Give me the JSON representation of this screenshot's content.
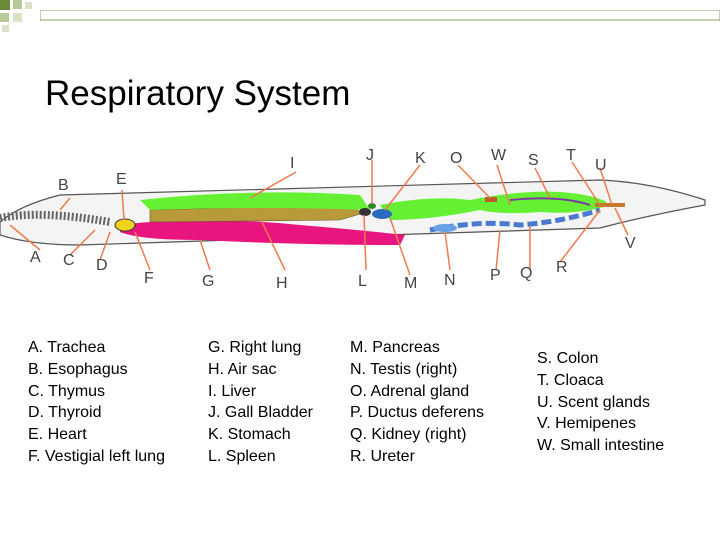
{
  "title": "Respiratory System",
  "diagram_labels": [
    "A",
    "B",
    "C",
    "D",
    "E",
    "F",
    "G",
    "H",
    "I",
    "J",
    "K",
    "L",
    "M",
    "N",
    "O",
    "P",
    "Q",
    "R",
    "S",
    "T",
    "U",
    "V",
    "W"
  ],
  "legend": [
    [
      "A. Trachea",
      "B. Esophagus",
      "C. Thymus",
      "D. Thyroid",
      "E. Heart",
      "F. Vestigial left lung"
    ],
    [
      "G. Right lung",
      "H. Air sac",
      "I. Liver",
      "J. Gall Bladder",
      "K. Stomach",
      "L. Spleen"
    ],
    [
      "M. Pancreas",
      "N. Testis (right)",
      "O. Adrenal gland",
      "P. Ductus deferens",
      "Q. Kidney (right)",
      "R. Ureter"
    ],
    [
      "S. Colon",
      "T. Cloaca",
      "U. Scent glands",
      "V. Hemipenes",
      "W. Small intestine"
    ]
  ],
  "colors": {
    "accent_green": "#6a8a3a",
    "lung": "#e8157f",
    "liver": "#66f033",
    "air_sac": "#b89a3a",
    "label_text": "#444444"
  }
}
